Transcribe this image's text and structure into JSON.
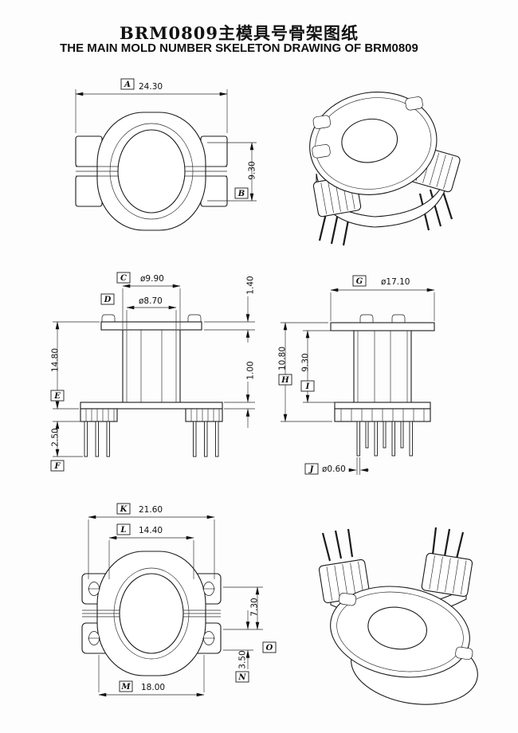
{
  "title": {
    "cn": "BRM0809主模具号骨架图纸",
    "en": "THE MAIN MOLD NUMBER SKELETON DRAWING OF BRM0809"
  },
  "top_view": {
    "A": {
      "label": "A",
      "value": "24.30"
    },
    "B": {
      "label": "B",
      "value": "9.30"
    }
  },
  "front_view": {
    "C": {
      "label": "C",
      "value": "ø9.90"
    },
    "D": {
      "label": "D",
      "value": "ø8.70"
    },
    "flange_thickness": "1.40",
    "E": {
      "label": "E",
      "value": "14.80"
    },
    "base_thickness": "1.00",
    "F": {
      "label": "F",
      "value": "2.50"
    }
  },
  "side_view": {
    "G": {
      "label": "G",
      "value": "ø17.10"
    },
    "H": {
      "label": "H",
      "value": "10.80"
    },
    "I": {
      "label": "I",
      "value": "9.30"
    },
    "J": {
      "label": "J",
      "value": "ø0.60"
    }
  },
  "bottom_view": {
    "K": {
      "label": "K",
      "value": "21.60"
    },
    "L": {
      "label": "L",
      "value": "14.40"
    },
    "pin_row_spacing": "7.30",
    "O": {
      "label": "O"
    },
    "N": {
      "label": "N",
      "value": "3.50"
    },
    "M": {
      "label": "M",
      "value": "18.00"
    }
  }
}
